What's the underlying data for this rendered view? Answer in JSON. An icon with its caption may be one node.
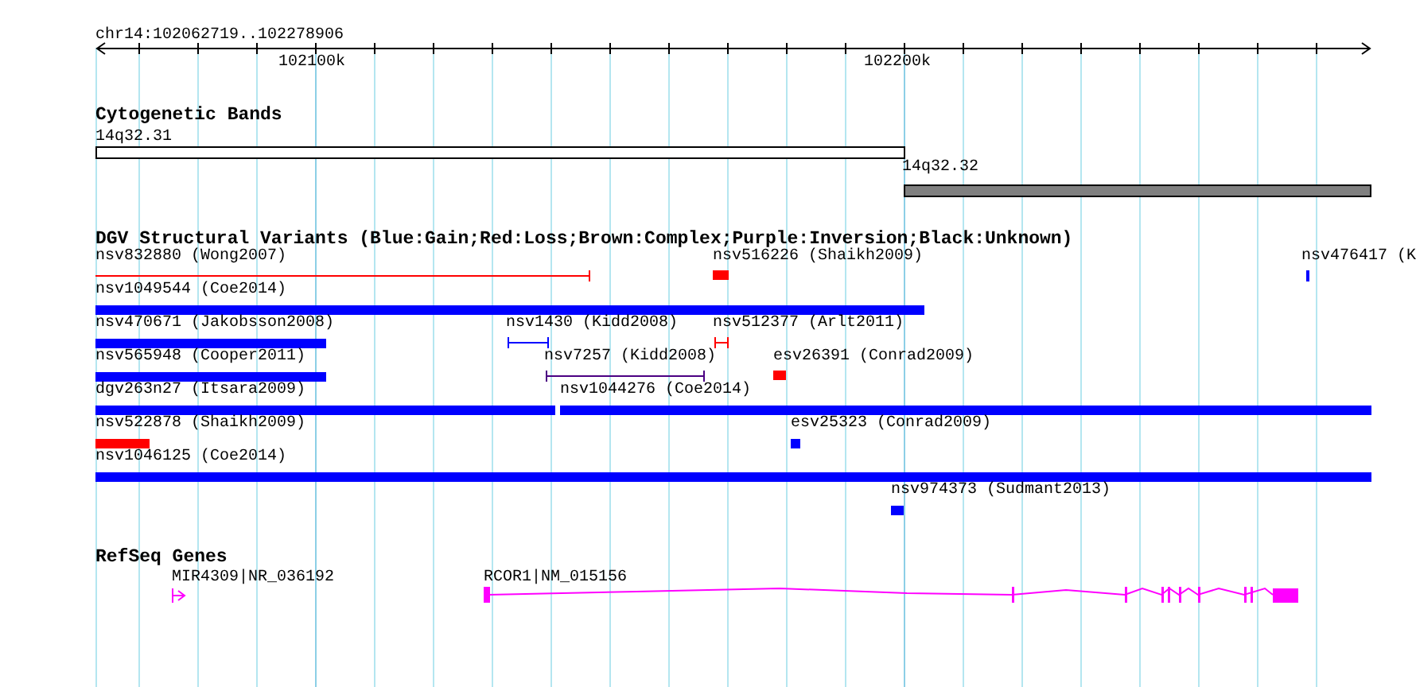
{
  "diagram": {
    "labels": [
      "chr14:102062719..102278906",
      "102100k",
      "102200k",
      "Cytogenetic Bands",
      "14q32.31",
      "14q32.32",
      "DGV Structural Variants (Blue:Gain;Red:Loss;Brown:Complex;Purple:Inversion;Black:Unknown)",
      "nsv832880 (Wong2007)",
      "nsv516226 (Shaikh2009)",
      "nsv476417 (K",
      "nsv1049544 (Coe2014)",
      "nsv470671 (Jakobsson2008)",
      "nsv1430 (Kidd2008)",
      "nsv512377 (Arlt2011)",
      "nsv565948 (Cooper2011)",
      "nsv7257 (Kidd2008)",
      "esv26391 (Conrad2009)",
      "dgv263n27 (Itsara2009)",
      "nsv1044276 (Coe2014)",
      "nsv522878 (Shaikh2009)",
      "esv25323 (Conrad2009)",
      "nsv1046125 (Coe2014)",
      "nsv974373 (Sudmant2013)",
      "RefSeq Genes",
      "MIR4309|NR_036192",
      "RCOR1|NM_015156"
    ]
  }
}
